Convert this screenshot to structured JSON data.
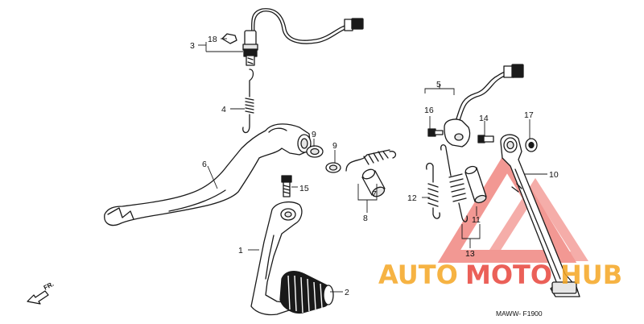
{
  "callouts": {
    "c1": "1",
    "c2": "2",
    "c3": "3",
    "c4": "4",
    "c5": "5",
    "c6": "6",
    "c7": "7",
    "c8": "8",
    "c9a": "9",
    "c9b": "9",
    "c10": "10",
    "c11": "11",
    "c12": "12",
    "c13": "13",
    "c14": "14",
    "c15": "15",
    "c16": "16",
    "c17": "17",
    "c18": "18"
  },
  "direction_label": "FR.",
  "diagram_code": "MAWW- F1900",
  "watermark": {
    "part1": "AUTO",
    "part2": "MOTO",
    "part3": "HUB",
    "color_orange": "#f5a623",
    "color_red": "#e8453c"
  }
}
